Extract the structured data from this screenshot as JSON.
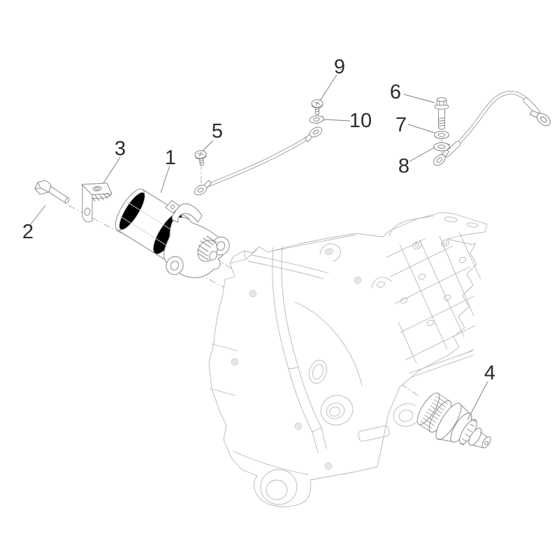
{
  "window": {
    "background": "#ffffff"
  },
  "diagram": {
    "type": "exploded-parts-diagram",
    "subject": "starter-motor-assembly",
    "part_line_color": "#8f8f8f",
    "case_line_color": "#b7b7b7",
    "callout_color": "#2b2b2b",
    "leader_color": "#7d7d7d",
    "centerline_color": "#a8a8a8",
    "callouts": [
      {
        "number": "1",
        "part": "starter-motor"
      },
      {
        "number": "2",
        "part": "hex-flange-bolt"
      },
      {
        "number": "3",
        "part": "support-bracket"
      },
      {
        "number": "4",
        "part": "starter-driven-gear"
      },
      {
        "number": "5",
        "part": "ground-cable-screw"
      },
      {
        "number": "6",
        "part": "hex-flange-bolt"
      },
      {
        "number": "7",
        "part": "flat-washer"
      },
      {
        "number": "8",
        "part": "spring-washer"
      },
      {
        "number": "9",
        "part": "ground-cable-screw"
      },
      {
        "number": "10",
        "part": "spring-washer"
      }
    ]
  }
}
